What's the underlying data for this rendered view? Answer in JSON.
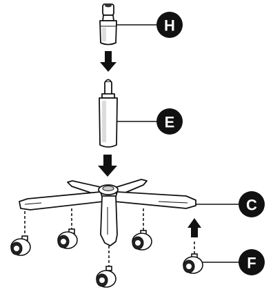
{
  "callouts": [
    {
      "id": "H",
      "label": "H"
    },
    {
      "id": "E",
      "label": "E"
    },
    {
      "id": "C",
      "label": "C"
    },
    {
      "id": "F",
      "label": "F"
    }
  ],
  "colors": {
    "ink": "#111111",
    "callout_fill": "#111111",
    "callout_text": "#ffffff",
    "background": "#ffffff"
  }
}
